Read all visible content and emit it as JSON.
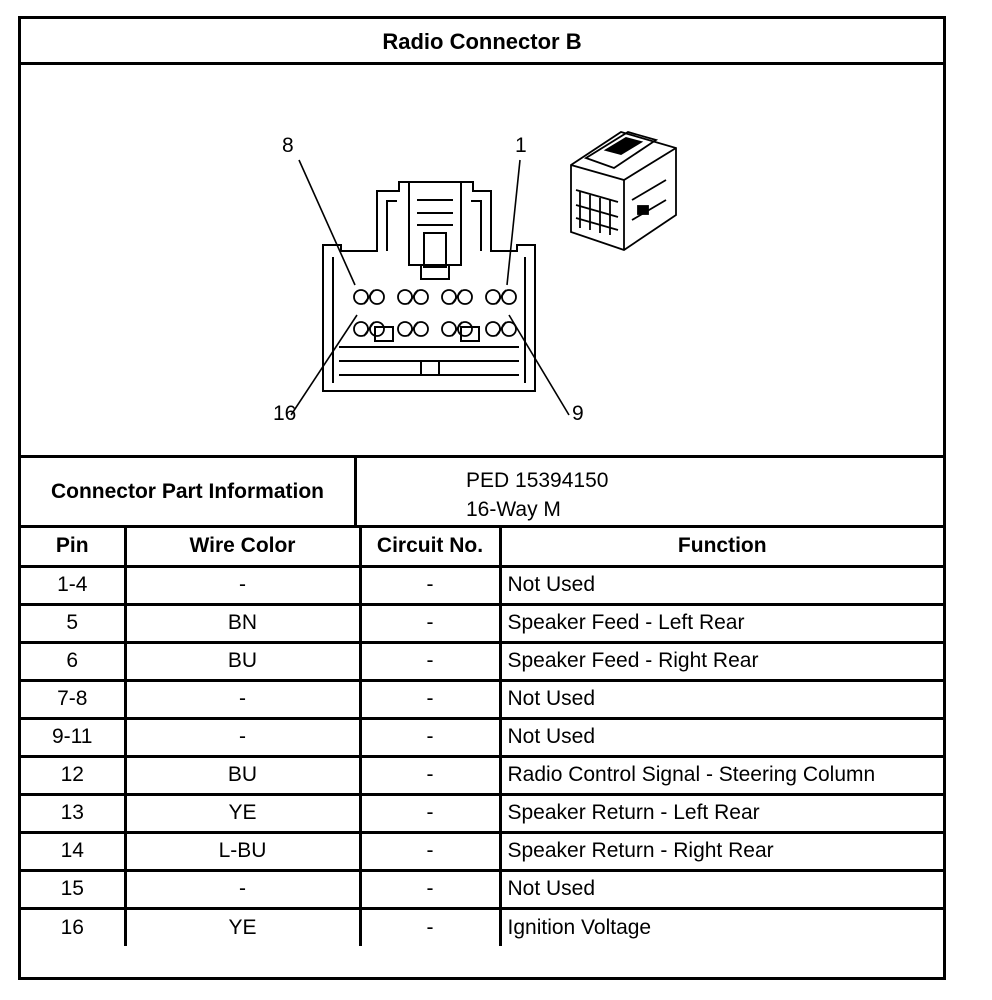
{
  "title": "Radio Connector B",
  "figure": {
    "pin_labels": {
      "top_left": "8",
      "top_right": "1",
      "bottom_left": "16",
      "bottom_right": "9"
    }
  },
  "part_info": {
    "label": "Connector Part Information",
    "line1": "PED 15394150",
    "line2": "16-Way M"
  },
  "table": {
    "headers": [
      "Pin",
      "Wire Color",
      "Circuit No.",
      "Function"
    ],
    "rows": [
      {
        "pin": "1-4",
        "color": "-",
        "circuit": "-",
        "function": "Not Used"
      },
      {
        "pin": "5",
        "color": "BN",
        "circuit": "-",
        "function": "Speaker Feed - Left Rear"
      },
      {
        "pin": "6",
        "color": "BU",
        "circuit": "-",
        "function": "Speaker Feed - Right Rear"
      },
      {
        "pin": "7-8",
        "color": "-",
        "circuit": "-",
        "function": "Not Used"
      },
      {
        "pin": "9-11",
        "color": "-",
        "circuit": "-",
        "function": "Not Used"
      },
      {
        "pin": "12",
        "color": "BU",
        "circuit": "-",
        "function": "Radio Control Signal - Steering Column"
      },
      {
        "pin": "13",
        "color": "YE",
        "circuit": "-",
        "function": "Speaker Return - Left Rear"
      },
      {
        "pin": "14",
        "color": "L-BU",
        "circuit": "-",
        "function": "Speaker Return - Right Rear"
      },
      {
        "pin": "15",
        "color": "-",
        "circuit": "-",
        "function": "Not Used"
      },
      {
        "pin": "16",
        "color": "YE",
        "circuit": "-",
        "function": "Ignition Voltage"
      }
    ]
  }
}
